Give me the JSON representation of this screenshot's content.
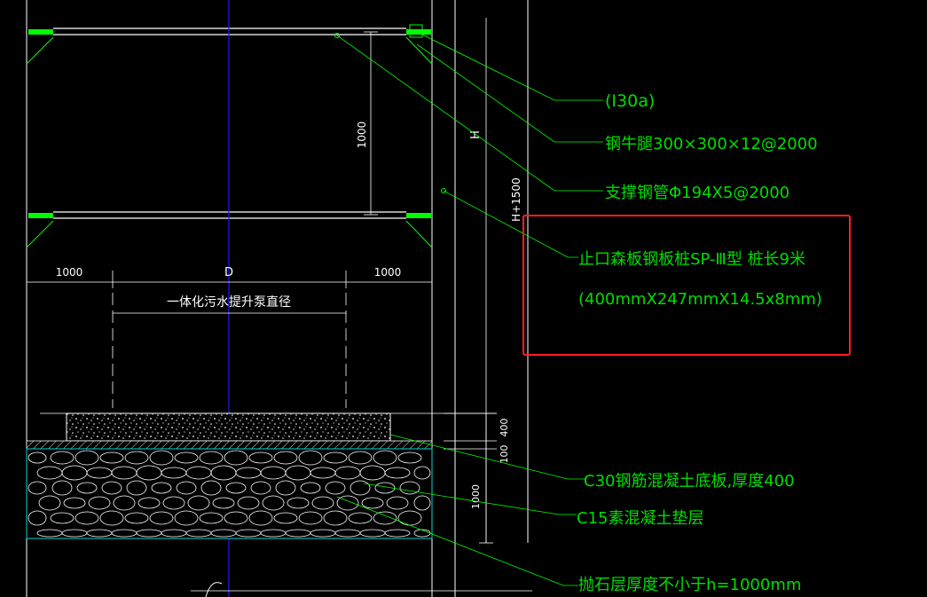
{
  "colors": {
    "background": "#000000",
    "structure": "#ffffff",
    "leader": "#00ff00",
    "leader_text": "#00dd00",
    "dimension": "#ffffff",
    "axis": "#1a1aff",
    "highlight": "#ff2020",
    "cyan": "#00d8d8"
  },
  "callouts": {
    "i_beam": "(I30a)",
    "bracket": "钢牛腿300×300×12@2000",
    "strut": "支撑钢管Φ194X5@2000",
    "sheet_pile_line1": "止口森板钢板桩SP-Ⅲ型 桩长9米",
    "sheet_pile_line2": "(400mmX247mmX14.5x8mm)",
    "base_slab": "C30钢筋混凝土底板,厚度400",
    "cushion": "C15素混凝土垫层",
    "riprap": "抛石层厚度不小于h=1000mm"
  },
  "dimensions": {
    "strut_spacing": "1000",
    "depth_h": "H",
    "depth_h_plus": "H+1500",
    "left_clear": "1000",
    "pit_diameter": "D",
    "right_clear": "1000",
    "pump_diameter": "一体化污水提升泵直径",
    "slab_thickness": "400",
    "cushion_thickness": "100",
    "riprap_thickness": "1000"
  }
}
